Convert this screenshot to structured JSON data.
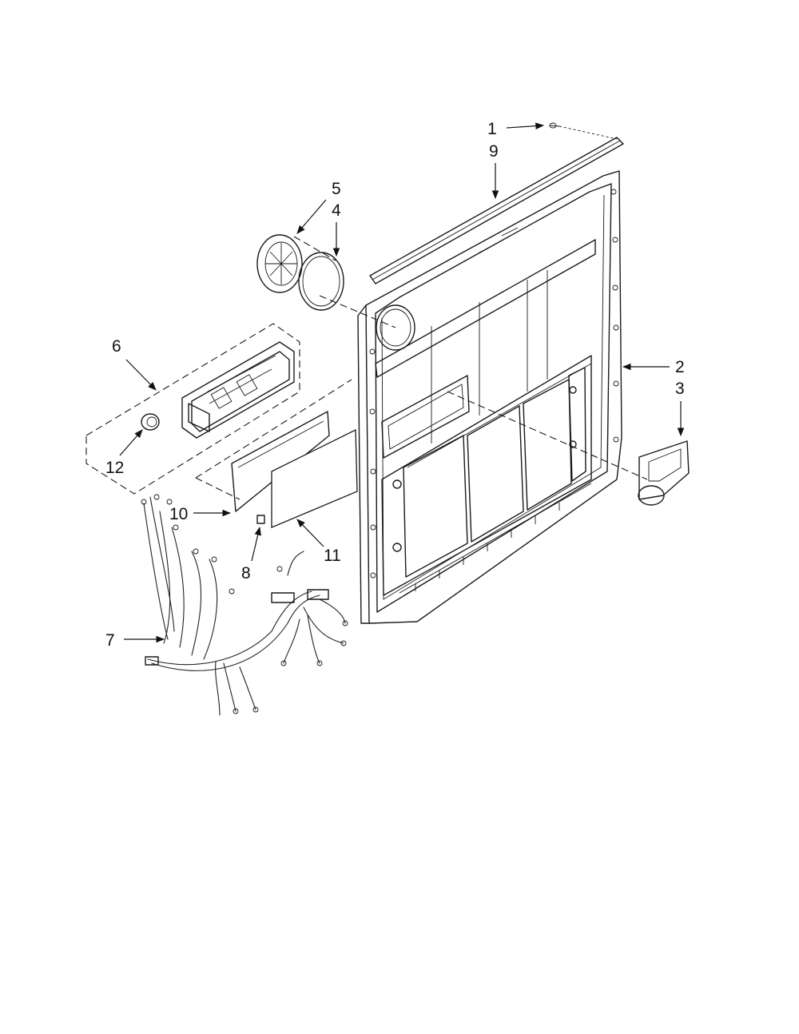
{
  "diagram": {
    "callouts": [
      {
        "id": "1",
        "label": "1"
      },
      {
        "id": "9",
        "label": "9"
      },
      {
        "id": "5",
        "label": "5"
      },
      {
        "id": "4",
        "label": "4"
      },
      {
        "id": "6",
        "label": "6"
      },
      {
        "id": "2",
        "label": "2"
      },
      {
        "id": "3",
        "label": "3"
      },
      {
        "id": "12",
        "label": "12"
      },
      {
        "id": "10",
        "label": "10"
      },
      {
        "id": "8",
        "label": "8"
      },
      {
        "id": "11",
        "label": "11"
      },
      {
        "id": "7",
        "label": "7"
      }
    ]
  }
}
